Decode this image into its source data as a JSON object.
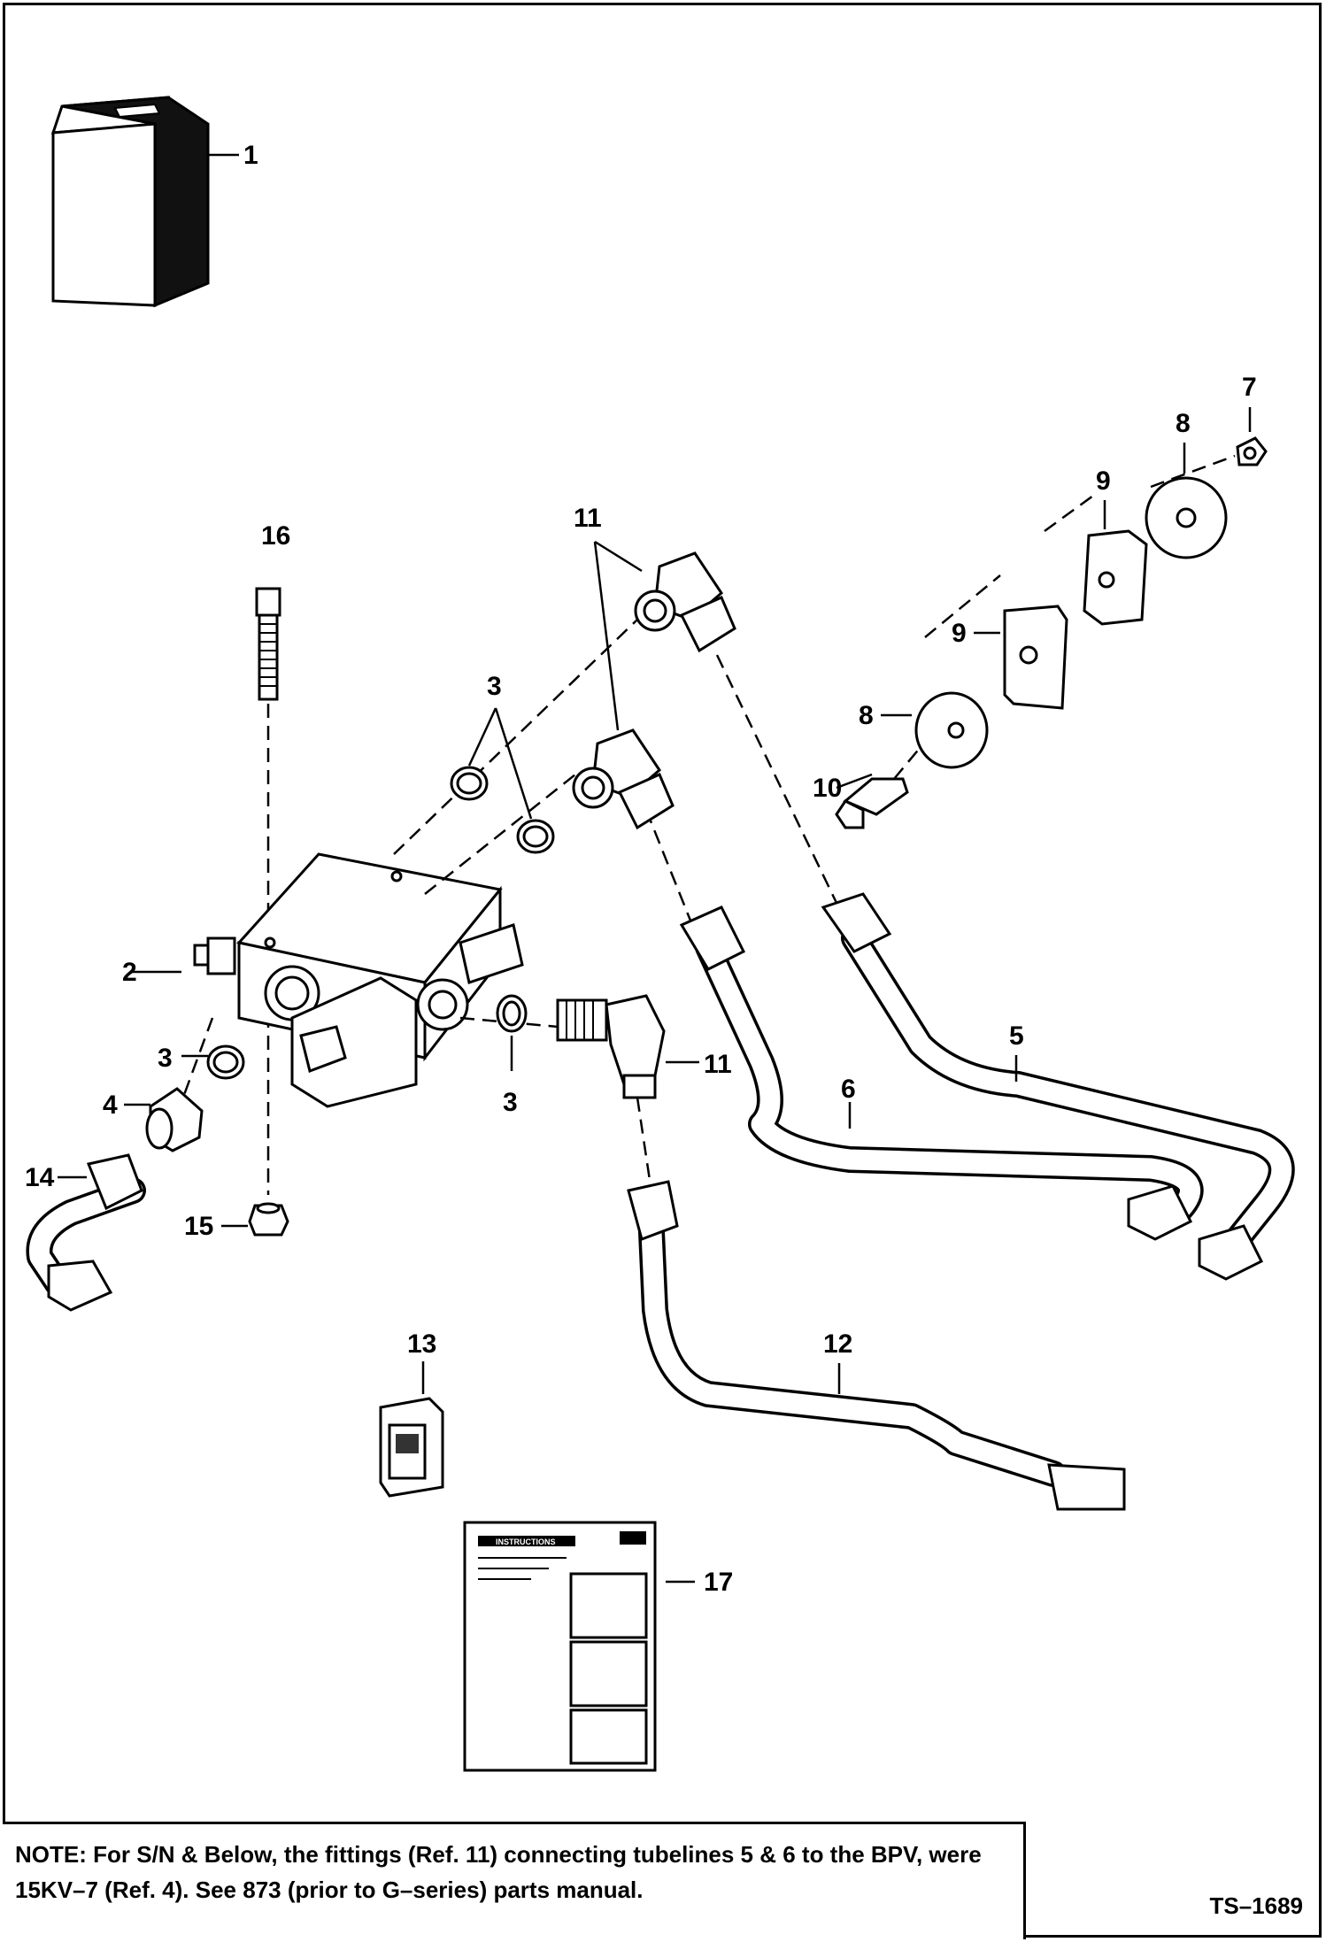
{
  "callouts": {
    "c1": "1",
    "c2": "2",
    "c3a": "3",
    "c3b": "3",
    "c3c": "3",
    "c4": "4",
    "c5": "5",
    "c6": "6",
    "c7": "7",
    "c8a": "8",
    "c8b": "8",
    "c9a": "9",
    "c9b": "9",
    "c10": "10",
    "c11a": "11",
    "c11b": "11",
    "c12": "12",
    "c13": "13",
    "c14": "14",
    "c15": "15",
    "c16": "16",
    "c17": "17"
  },
  "instructions_sheet": {
    "heading": "INSTRUCTIONS"
  },
  "note": {
    "label": "NOTE",
    "text": ": For S/N & Below, the fittings (Ref. 11) connecting tubelines 5 & 6 to the BPV, were 15KV–7 (Ref. 4). See 873 (prior to G–series) parts manual."
  },
  "figure_code": "TS–1689"
}
